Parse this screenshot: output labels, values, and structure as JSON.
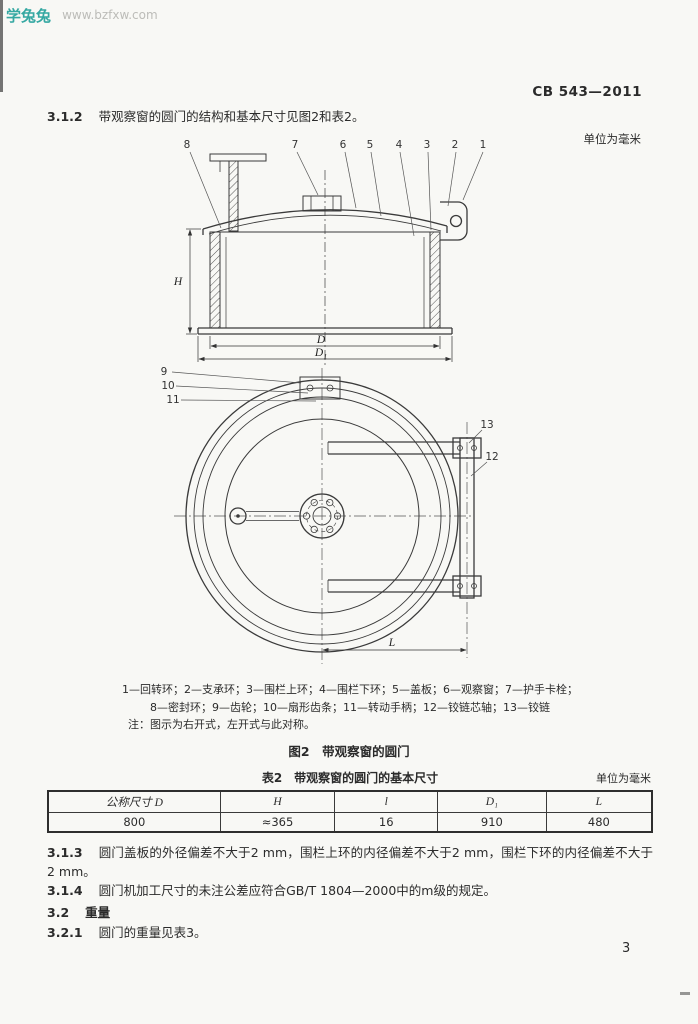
{
  "watermark": {
    "site": "学兔兔",
    "url": "www.bzfxw.com"
  },
  "header": {
    "doc_number": "CB 543—2011"
  },
  "clauses": {
    "c312": {
      "num": "3.1.2",
      "text": "带观察窗的圆门的结构和基本尺寸见图2和表2。"
    },
    "c313": {
      "num": "3.1.3",
      "text": "圆门盖板的外径偏差不大于2 mm，围栏上环的内径偏差不大于2 mm，围栏下环的内径偏差不大于2 mm。"
    },
    "c314": {
      "num": "3.1.4",
      "text": "圆门机加工尺寸的未注公差应符合GB/T 1804—2000中的m级的规定。"
    },
    "c32": {
      "num": "3.2",
      "text": "重量"
    },
    "c321": {
      "num": "3.2.1",
      "text": "圆门的重量见表3。"
    }
  },
  "figure": {
    "unit_note": "单位为毫米",
    "legend_line1": "1—回转环；2—支承环；3—围栏上环；4—围栏下环；5—盖板；6—观察窗；7—护手卡栓；",
    "legend_line2": "8—密封环；9—齿轮；10—扇形齿条；11—转动手柄；12—铰链芯轴；13—铰链",
    "note": "注：图示为右开式，左开式与此对称。",
    "caption": "图2　带观察窗的圆门",
    "callouts": {
      "n1": "1",
      "n2": "2",
      "n3": "3",
      "n4": "4",
      "n5": "5",
      "n6": "6",
      "n7": "7",
      "n8": "8",
      "n9": "9",
      "n10": "10",
      "n11": "11",
      "n12": "12",
      "n13": "13"
    },
    "dims": {
      "d": "D",
      "d1": "D₁",
      "h": "H",
      "l": "L"
    }
  },
  "table2": {
    "title": "表2　带观察窗的圆门的基本尺寸",
    "unit_note": "单位为毫米",
    "headers": [
      "公称尺寸 D",
      "H",
      "l",
      "D₁",
      "L"
    ],
    "rows": [
      [
        "800",
        "≈365",
        "16",
        "910",
        "480"
      ]
    ]
  },
  "page_number": "3"
}
